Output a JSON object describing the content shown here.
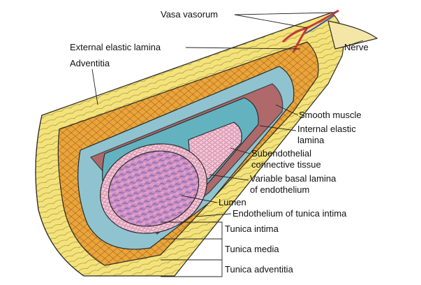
{
  "labels": {
    "vasa_vasorum": "Vasa vasorum",
    "external_elastic_lamina": "External elastic lamina",
    "nerve": "Nerve",
    "adventitia": "Adventitia",
    "smooth_muscle": "Smooth muscle",
    "internal_elastic_line1": "Internal elastic",
    "internal_elastic_line2": "lamina",
    "subendothelial_line1": "Subendothelial",
    "subendothelial_line2": "connective tissue",
    "basal_lamina_line1": "Variable basal lamina",
    "basal_lamina_line2": "of endothelium",
    "lumen": "Lumen",
    "endothelium": "Endothelium of tunica intima",
    "tunica_intima": "Tunica intima",
    "tunica_media": "Tunica media",
    "tunica_adventitia": "Tunica adventitia"
  },
  "colors": {
    "adventitia": "#f4e37a",
    "media": "#e9a53a",
    "elastic": "#8fc3cf",
    "intima": "#62b3bf",
    "endothelium": "#f0c8d8",
    "lumen": "#c891c8",
    "nerve": "#f4e6a6",
    "vessel": "#c43a3a"
  }
}
